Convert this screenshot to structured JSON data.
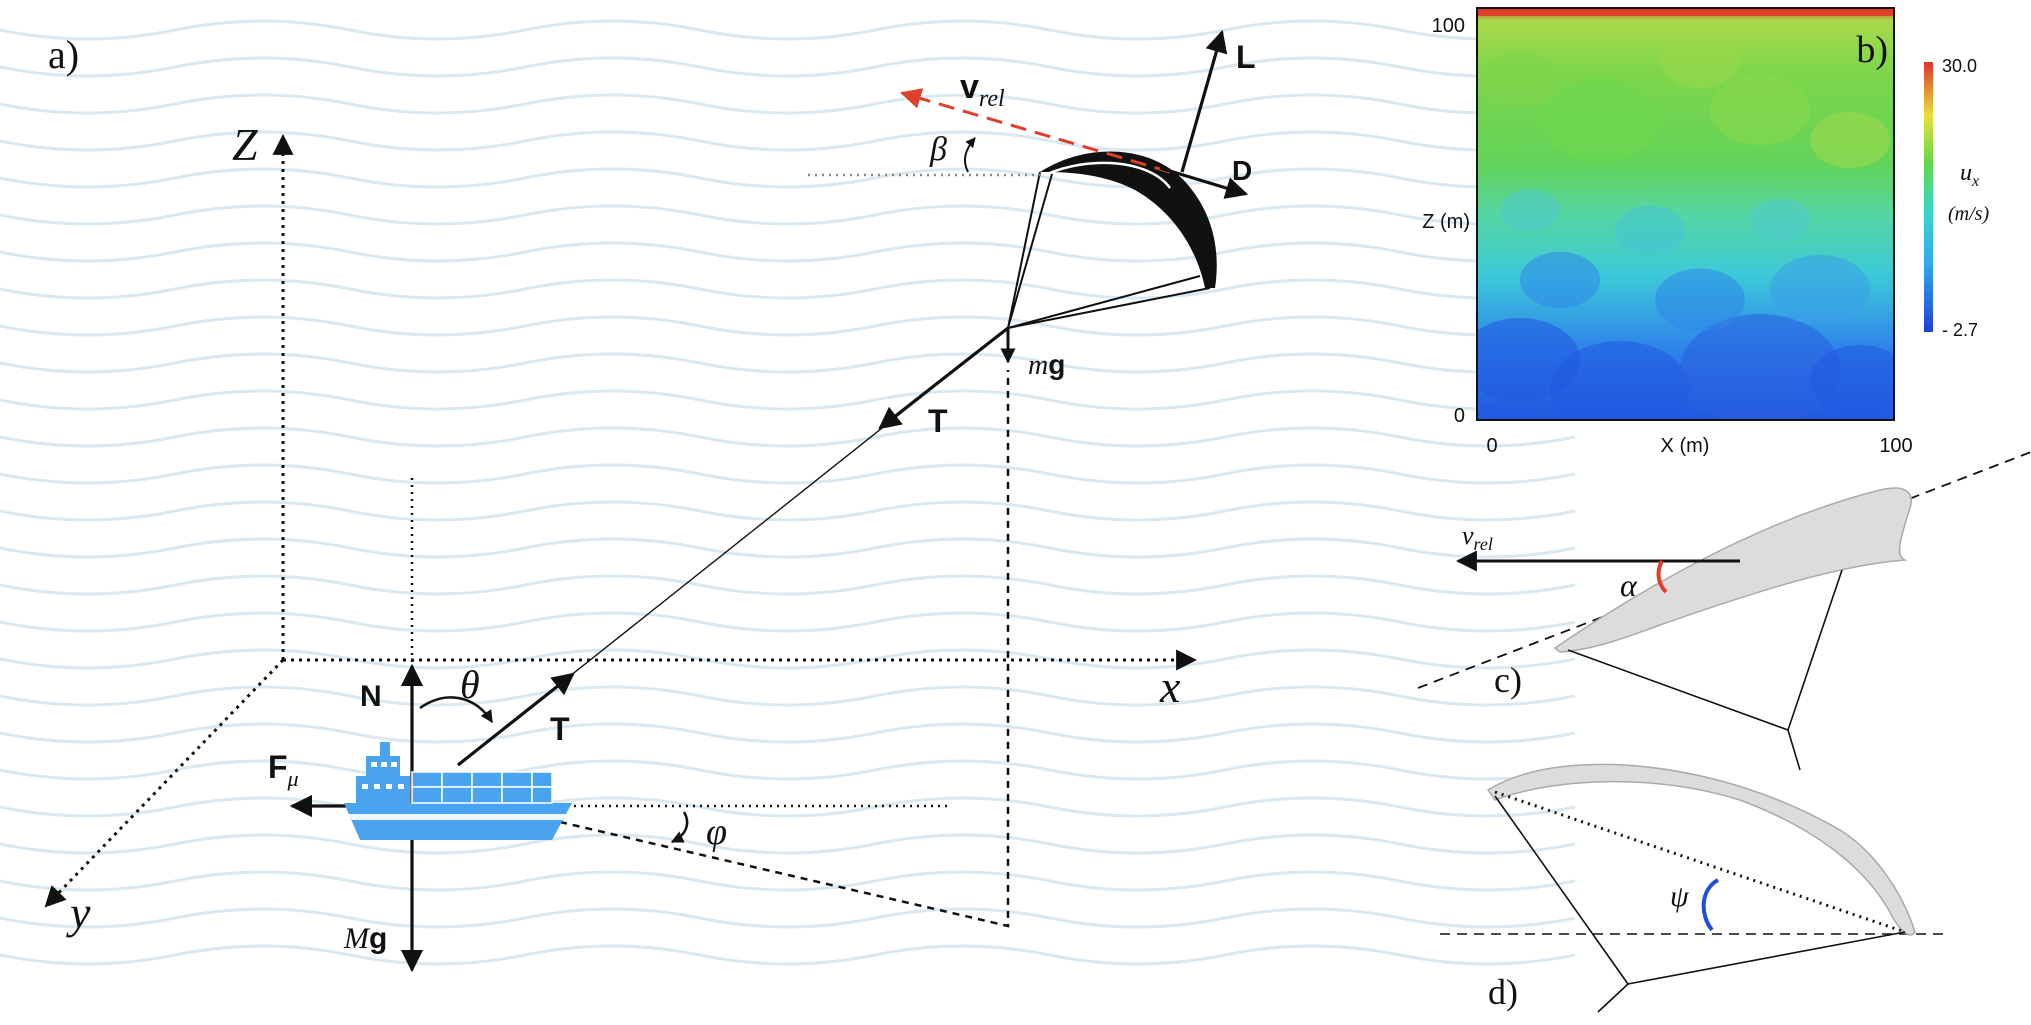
{
  "panel_a": {
    "label": "a)",
    "axes": {
      "z": "Z",
      "x": "x",
      "y": "y"
    },
    "forces": {
      "lift": "L",
      "drag": "D",
      "vrel_main": "v",
      "vrel_sub": "rel",
      "kite_weight_m": "m",
      "kite_weight_g": "g",
      "tension_upper": "T",
      "tension_lower": "T",
      "normal": "N",
      "friction_main": "F",
      "friction_sub": "μ",
      "ship_weight_m": "M",
      "ship_weight_g": "g"
    },
    "angles": {
      "beta": "β",
      "theta": "θ",
      "phi": "φ"
    },
    "colors": {
      "vrel_arrow": "#e0402a",
      "ship": "#4aa3ee",
      "streamlines": "#dbe8f0",
      "kite": "#111111"
    }
  },
  "panel_b": {
    "label": "b)",
    "ylabel": "Z (m)",
    "xlabel": "X (m)",
    "ytick_top": "100",
    "ytick_bottom": "0",
    "xtick_left": "0",
    "xtick_right": "100",
    "colorbar_max": "30.0",
    "colorbar_min": "- 2.7",
    "colorbar_var_main": "u",
    "colorbar_var_sub": "x",
    "colorbar_units": "(m/s)"
  },
  "panel_c": {
    "label": "c)",
    "vrel_main": "v",
    "vrel_sub": "rel",
    "angle": "α",
    "angle_color": "#e0402a"
  },
  "panel_d": {
    "label": "d)",
    "angle": "ψ",
    "angle_color": "#1f4fe0"
  }
}
